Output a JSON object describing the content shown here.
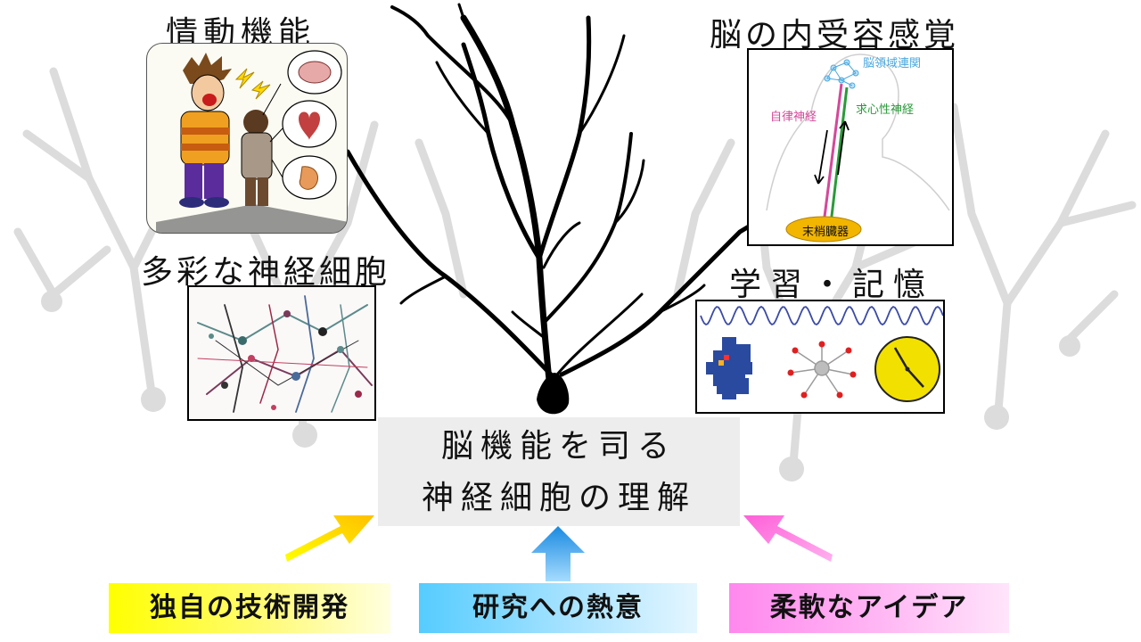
{
  "headings": {
    "emotion": "情動機能",
    "interoception": "脳の内受容感覚",
    "neurons": "多彩な神経細胞",
    "memory": "学習・記憶"
  },
  "center": {
    "line1": "脳機能を司る",
    "line2": "神経細胞の理解"
  },
  "banners": [
    {
      "label": "独自の技術開発",
      "color": "#ffff00"
    },
    {
      "label": "研究への熱意",
      "color": "#55ccff"
    },
    {
      "label": "柔軟なアイデア",
      "color": "#ff88ee"
    }
  ],
  "interoception_diagram": {
    "region_label": "脳領域連関",
    "autonomic_label": "自律神経",
    "afferent_label": "求心性神経",
    "organ_label": "末梢臓器",
    "colors": {
      "region": "#4aa8e0",
      "autonomic": "#d4489a",
      "afferent": "#2a9a3a",
      "organ": "#f2b500"
    }
  },
  "icons": [
    "brain-icon",
    "heart-icon",
    "stomach-icon",
    "lightning-icon",
    "clock-icon",
    "neuron-icon"
  ]
}
